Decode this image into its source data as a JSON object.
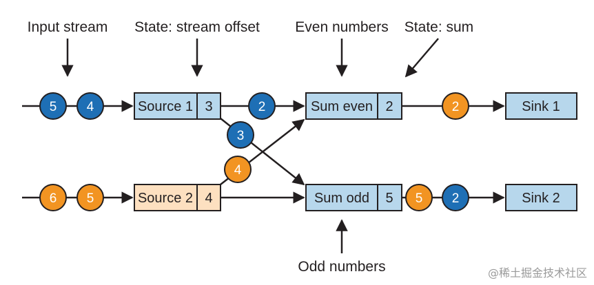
{
  "labels": {
    "input_stream": "Input stream",
    "state_offset": "State: stream offset",
    "even_numbers": "Even numbers",
    "state_sum": "State: sum",
    "odd_numbers": "Odd numbers"
  },
  "operators": {
    "source1": {
      "name": "Source 1",
      "state": "3"
    },
    "source2": {
      "name": "Source 2",
      "state": "4"
    },
    "sum_even": {
      "name": "Sum even",
      "state": "2"
    },
    "sum_odd": {
      "name": "Sum odd",
      "state": "5"
    },
    "sink1": {
      "name": "Sink 1"
    },
    "sink2": {
      "name": "Sink 2"
    }
  },
  "records": {
    "input1_a": "5",
    "input1_b": "4",
    "input2_a": "6",
    "input2_b": "5",
    "src1_to_even": "2",
    "src1_to_odd": "3",
    "src2_to_even": "4",
    "even_to_sink": "2",
    "odd_out_a": "5",
    "odd_out_b": "2"
  },
  "watermark": "@稀土掘金技术社区",
  "colors": {
    "blue_record": "#1e6fb5",
    "orange_record": "#f29422",
    "box_blue": "#b7d7ec",
    "box_orange": "#fde0c0",
    "line": "#231f20"
  }
}
